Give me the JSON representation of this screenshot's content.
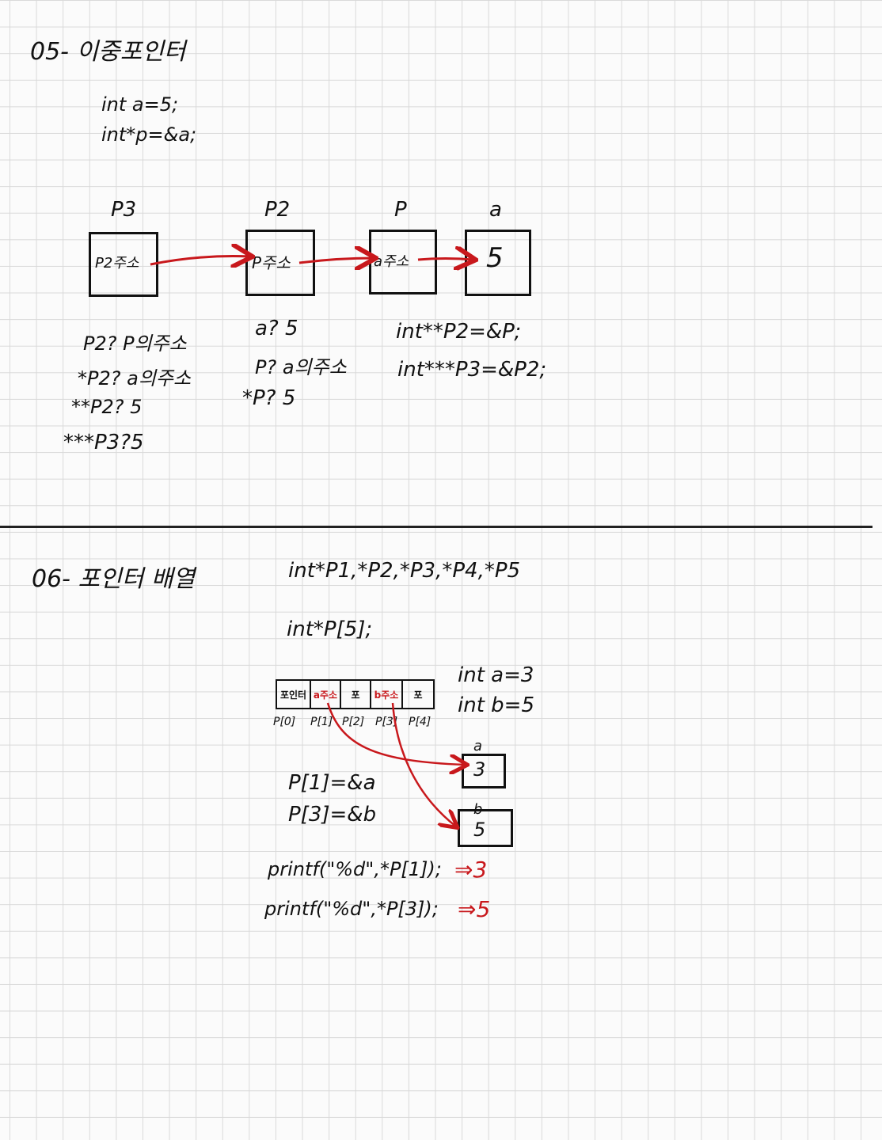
{
  "section05": {
    "title": "05- 이중포인터",
    "code": [
      "int a=5;",
      "int*p=&a;"
    ],
    "boxes": [
      {
        "label": "P3",
        "content": "P2주소"
      },
      {
        "label": "P2",
        "content": "P주소"
      },
      {
        "label": "P",
        "content": "a주소"
      },
      {
        "label": "a",
        "content": "5"
      }
    ],
    "notes_p2": [
      "P2? P의주소",
      "*P2? a의주소",
      "**P2? 5",
      "***P3?5"
    ],
    "notes_p": [
      "a? 5",
      "P? a의주소",
      "*P? 5"
    ],
    "notes_decl": [
      "int**P2=&P;",
      "int***P3=&P2;"
    ]
  },
  "section06": {
    "title": "06- 포인터 배열",
    "decl1": "int*P1,*P2,*P3,*P4,*P5",
    "decl2": "int*P[5];",
    "cells": [
      "포인터",
      "a주소",
      "포",
      "b주소",
      "포"
    ],
    "indices": [
      "P[0]",
      "P[1]",
      "P[2]",
      "P[3]",
      "P[4]"
    ],
    "vars": [
      "int a=3",
      "int b=5"
    ],
    "box_a": {
      "label": "a",
      "value": "3"
    },
    "box_b": {
      "label": "b",
      "value": "5"
    },
    "assign": [
      "P[1]=&a",
      "P[3]=&b"
    ],
    "printf1": "printf(\"%d\",*P[1]);",
    "result1": "⇒3",
    "printf2": "printf(\"%d\",*P[3]);",
    "result2": "⇒5"
  },
  "colors": {
    "ink": "#111111",
    "accent": "#c8181c",
    "grid": "#d9d9d9"
  }
}
